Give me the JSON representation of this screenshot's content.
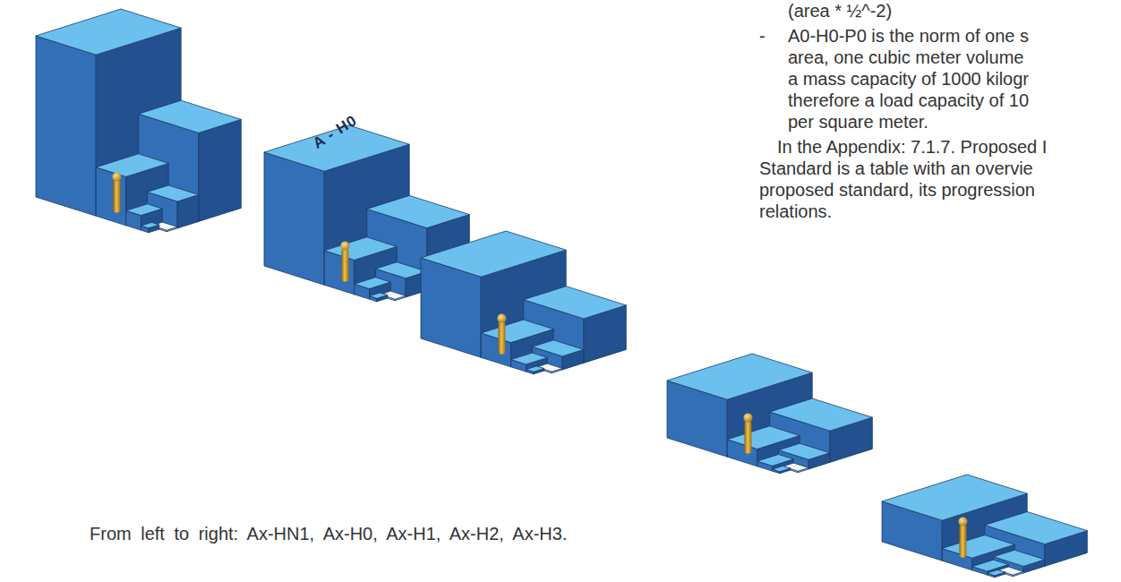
{
  "diagram": {
    "labels": [
      "(area * ½^-2)",
      "-",
      "A0-H0-P0 is the norm of one s",
      "area, one cubic meter volume",
      "a mass capacity of 1000 kilogr",
      "therefore a load capacity of 10",
      "per square meter.",
      "In the Appendix: 7.1.7. Proposed I",
      "Standard is a table with an overvie",
      "proposed standard, its progression",
      "relations.",
      "A - H0",
      "From left to right: Ax-HN1, Ax-H0, Ax-H1, Ax-H2, Ax-H3."
    ]
  }
}
